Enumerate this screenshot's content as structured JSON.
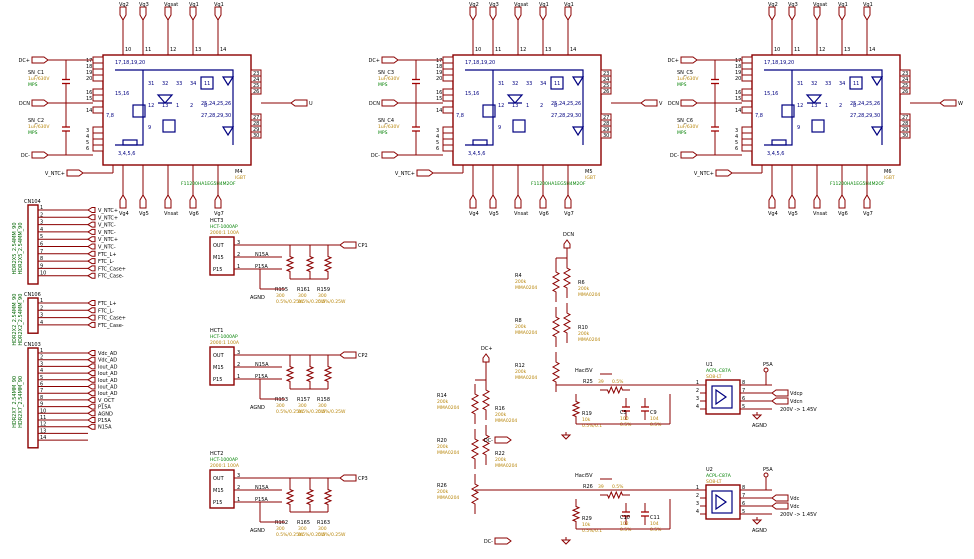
{
  "modules": [
    {
      "ref": "M4",
      "part": "IGBT",
      "pn": "F11200HA1EG5H4M2OF",
      "top_pins": [
        "Vg2",
        "Vg3",
        "Vgsat",
        "Vg1",
        "Vg1"
      ],
      "bottom_pins": [
        "Vg4",
        "Vg5",
        "Vnsat",
        "Vg6",
        "Vg7"
      ],
      "out": "U",
      "cap1": {
        "ref": "SN_C1",
        "val": "1uF/630V",
        "type": "MPS"
      },
      "cap2": {
        "ref": "SN_C2",
        "val": "1uF/630V",
        "type": "MPS"
      }
    },
    {
      "ref": "M5",
      "part": "IGBT",
      "pn": "F11200HA1EG5H4M2OF",
      "top_pins": [
        "Vg2",
        "Vg3",
        "Vgsat",
        "Vg1",
        "Vg1"
      ],
      "bottom_pins": [
        "Vg4",
        "Vg5",
        "Vnsat",
        "Vg6",
        "Vg7"
      ],
      "out": "V",
      "cap1": {
        "ref": "SN_C3",
        "val": "1uF/630V",
        "type": "MPS"
      },
      "cap2": {
        "ref": "SN_C4",
        "val": "1uF/630V",
        "type": "MPS"
      }
    },
    {
      "ref": "M6",
      "part": "IGBT",
      "pn": "F11200HA1EG5H4M2OF",
      "top_pins": [
        "Vg2",
        "Vg3",
        "Vgsat",
        "Vg1",
        "Vg1"
      ],
      "bottom_pins": [
        "Vg4",
        "Vg5",
        "Vnsat",
        "Vg6",
        "Vg7"
      ],
      "out": "W",
      "cap1": {
        "ref": "SN_C5",
        "val": "1uF/630V",
        "type": "MPS"
      },
      "cap2": {
        "ref": "SN_C6",
        "val": "1uF/630V",
        "type": "MPS"
      }
    }
  ],
  "module_pins": {
    "left": [
      "17",
      "18",
      "19",
      "20",
      "16",
      "15",
      "14",
      "3",
      "4",
      "5",
      "6"
    ],
    "right": [
      "23",
      "24",
      "25",
      "26",
      "27",
      "28",
      "29",
      "30"
    ],
    "inner": [
      "17,18,19,20",
      "15,16",
      "7,8",
      "25,24,25,26",
      "27,28,29,30",
      "3,4,5,6"
    ],
    "left_nets": [
      "DC+",
      "DCN",
      "DC-"
    ],
    "ntc": "V_NTC+"
  },
  "connectors": [
    {
      "ref": "CN104",
      "pins": [
        "1",
        "2",
        "3",
        "4",
        "5",
        "6",
        "7",
        "8",
        "9",
        "10"
      ],
      "nets": [
        "V_NTC+",
        "V_NTC+",
        "V_NTC-",
        "V_NTC-",
        "V_NTC+",
        "V_NTC-",
        "FTC_L+",
        "FTC_L-",
        "FTC_Case+",
        "FTC_Case-"
      ],
      "label": "HDR2X5_2.54MM_90"
    },
    {
      "ref": "CN106",
      "pins": [
        "1",
        "2",
        "3",
        "4"
      ],
      "nets": [
        "FTC_L+",
        "FTC_L-",
        "FTC_Case+",
        "FTC_Case-"
      ],
      "label": "HDR2X2_2.54MM_90"
    },
    {
      "ref": "CN103",
      "pins": [
        "1",
        "2",
        "3",
        "4",
        "5",
        "6",
        "7",
        "8",
        "9",
        "10",
        "11",
        "12",
        "13",
        "14"
      ],
      "nets": [
        "Vdc_AD",
        "Vdc_AD",
        "Iout_AD",
        "Iout_AD",
        "Iout_AD",
        "Iout_AD",
        "Iout_AD",
        "V_OCT",
        "P15A",
        "AGND",
        "P15A",
        "N15A",
        "",
        ""
      ],
      "label": "HDR2X7_2.54MM_90"
    }
  ],
  "sensors": [
    {
      "ref": "HCT3",
      "part": "HCT-1000AP",
      "desc": "2000:1 100A",
      "pins": [
        "OUT",
        "M15",
        "P15"
      ],
      "nums": [
        "3",
        "2",
        "1"
      ],
      "nets": [
        "N15A",
        "P15A"
      ],
      "out": "CP1",
      "resistors": [
        {
          "ref": "R155",
          "val": "300",
          "tol": "0.5%/0.25W"
        },
        {
          "ref": "R161",
          "val": "300",
          "tol": "0.5%/0.25W"
        },
        {
          "ref": "R159",
          "val": "300",
          "tol": "0.5%/0.25W"
        }
      ]
    },
    {
      "ref": "HCT1",
      "part": "HCT-1000AP",
      "desc": "2000:1 100A",
      "pins": [
        "OUT",
        "M15",
        "P15"
      ],
      "nums": [
        "3",
        "2",
        "1"
      ],
      "nets": [
        "N15A",
        "P15A"
      ],
      "out": "CP2",
      "resistors": [
        {
          "ref": "R153",
          "val": "300",
          "tol": "0.5%/0.25W"
        },
        {
          "ref": "R157",
          "val": "300",
          "tol": "0.5%/0.25W"
        },
        {
          "ref": "R158",
          "val": "300",
          "tol": "0.5%/0.25W"
        }
      ]
    },
    {
      "ref": "HCT2",
      "part": "HCT-1000AP",
      "desc": "2000:1 100A",
      "pins": [
        "OUT",
        "M15",
        "P15"
      ],
      "nums": [
        "3",
        "2",
        "1"
      ],
      "nets": [
        "N15A",
        "P15A"
      ],
      "out": "CP3",
      "resistors": [
        {
          "ref": "R162",
          "val": "300",
          "tol": "0.5%/0.25W"
        },
        {
          "ref": "R165",
          "val": "300",
          "tol": "0.5%/0.25W"
        },
        {
          "ref": "R163",
          "val": "300",
          "tol": "0.5%/0.25W"
        }
      ]
    }
  ],
  "agnd": "AGND",
  "divider": {
    "top_net": "DCN",
    "res_left": [
      {
        "ref": "R4",
        "val": "200k",
        "tol": "MMA0204"
      },
      {
        "ref": "R8",
        "val": "200k",
        "tol": "MMA0204"
      },
      {
        "ref": "R12",
        "val": "200k",
        "tol": "MMA0204"
      }
    ],
    "res_right": [
      {
        "ref": "R6",
        "val": "200k",
        "tol": "MMA0204"
      },
      {
        "ref": "R10",
        "val": "200k",
        "tol": "MMA0204"
      }
    ],
    "dc_plus": "DC+",
    "res_left2": [
      {
        "ref": "R14",
        "val": "200k",
        "tol": "MMA0204"
      },
      {
        "ref": "R20",
        "val": "200k",
        "tol": "MMA0204"
      },
      {
        "ref": "R26",
        "val": "200k",
        "tol": "MMA0204"
      }
    ],
    "res_right2": [
      {
        "ref": "R16",
        "val": "200k",
        "tol": "MMA0204"
      },
      {
        "ref": "R22",
        "val": "200k",
        "tol": "MMA0204"
      }
    ],
    "dc_minus": "DC-"
  },
  "amps": [
    {
      "ref": "U1",
      "part": "ACPL-C87A",
      "pkg": "SO8-LT",
      "vdd": "Haci5V",
      "p5": "P5A",
      "outs": [
        "Vdcp",
        "Vdcn"
      ],
      "note": "200V -> 1.45V",
      "r_series": {
        "ref": "R25",
        "val": "39",
        "tol": "0.5%"
      },
      "r_shunt": {
        "ref": "R19",
        "val": "10k",
        "tol": "0.5%/0.1"
      },
      "caps": [
        {
          "ref": "C5",
          "val": "100",
          "tol": "0.5%"
        },
        {
          "ref": "C9",
          "val": "104",
          "tol": "0.5%"
        }
      ],
      "gnd": "AGND",
      "vminus": "DC-"
    },
    {
      "ref": "U2",
      "part": "ACPL-C87A",
      "pkg": "SO8-LT",
      "vdd": "Haci5V",
      "p5": "P5A",
      "outs": [
        "Vdc",
        "Vdc"
      ],
      "note": "200V -> 1.45V",
      "r_series": {
        "ref": "R26",
        "val": "39",
        "tol": "0.5%"
      },
      "r_shunt": {
        "ref": "R29",
        "val": "10k",
        "tol": "0.5%/0.1"
      },
      "caps": [
        {
          "ref": "C10",
          "val": "102",
          "tol": "0.5%"
        },
        {
          "ref": "C11",
          "val": "104",
          "tol": "0.5%"
        }
      ],
      "gnd": "AGND",
      "vminus": "DC-"
    }
  ]
}
